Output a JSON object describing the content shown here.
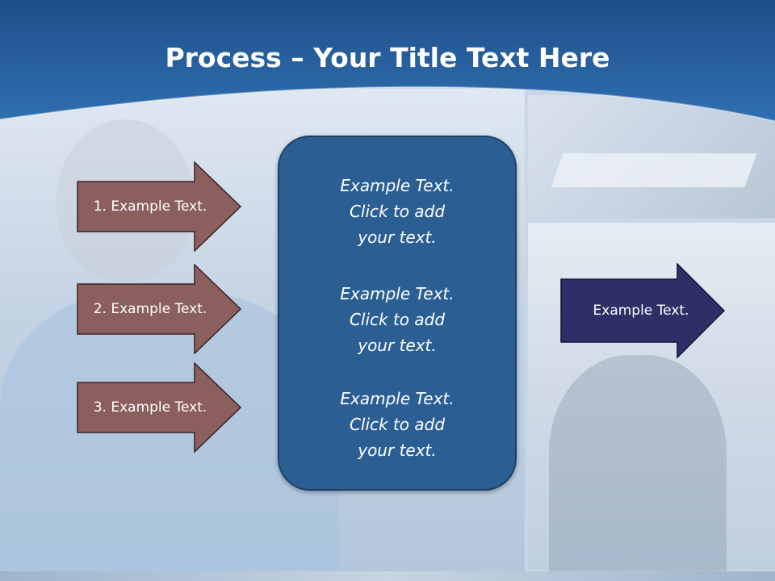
{
  "slide": {
    "title_bold": "Process",
    "title_rest": " – Your Title Text Here"
  },
  "left_arrows": [
    {
      "label": "1. Example Text."
    },
    {
      "label": "2. Example Text."
    },
    {
      "label": "3. Example Text."
    }
  ],
  "center_box": {
    "blocks": [
      {
        "line1": "Example Text.",
        "line2": "Click  to add",
        "line3": "your text."
      },
      {
        "line1": "Example Text.",
        "line2": "Click  to add",
        "line3": "your text."
      },
      {
        "line1": "Example Text.",
        "line2": "Click  to add",
        "line3": "your text."
      }
    ]
  },
  "right_arrow": {
    "label": "Example Text."
  },
  "colors": {
    "header_blue": "#2a62a0",
    "arrow_brown": "#8c5f5f",
    "box_blue": "#2b5f94",
    "arrow_navy": "#2e2f66"
  }
}
